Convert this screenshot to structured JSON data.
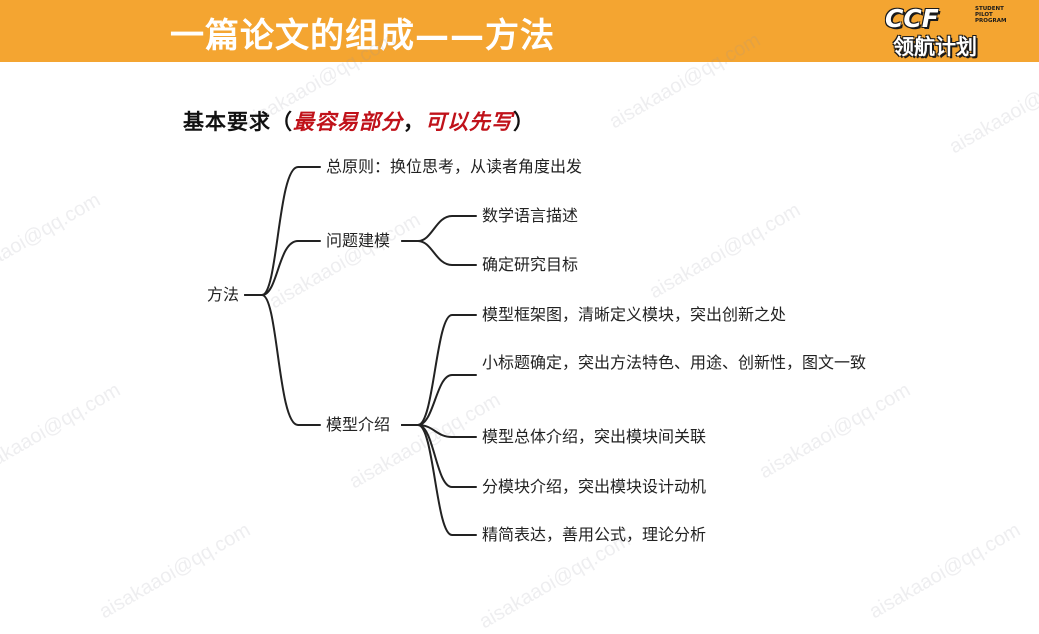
{
  "header": {
    "title": "一篇论文的组成——方法",
    "logo_main": "CCF",
    "logo_sub": "领航计划",
    "logo_small": [
      "STUDENT",
      "PILOT",
      "PROGRAM"
    ]
  },
  "watermark_text": "aisakaaoi@qq.com",
  "heading": {
    "prefix": "基本要求（",
    "part1": "最容易部分",
    "sep": "，",
    "part2": "可以先写",
    "suffix": "）"
  },
  "mindmap": {
    "root": "方法",
    "principle": "总原则：换位思考，从读者角度出发",
    "problem_modeling": {
      "label": "问题建模",
      "children": [
        "数学语言描述",
        "确定研究目标"
      ]
    },
    "model_intro": {
      "label": "模型介绍",
      "children": [
        "模型框架图，清晰定义模块，突出创新之处",
        "小标题确定，突出方法特色、用途、创新性，图文一致",
        "模型总体介绍，突出模块间关联",
        "分模块介绍，突出模块设计动机",
        "精简表达，善用公式，理论分析"
      ]
    }
  },
  "colors": {
    "banner": "#f4a531",
    "accent_red": "#c0121a"
  }
}
